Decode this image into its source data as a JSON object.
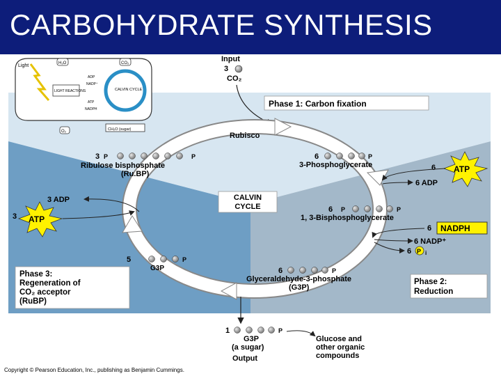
{
  "title": "CARBOHYDRATE SYNTHESIS",
  "colors": {
    "title_bg": "#0d1d7a",
    "title_text": "#ffffff",
    "phase1_region": "#d7e6f1",
    "phase2_region": "#a3b8c9",
    "phase3_region": "#6e9ec4",
    "atp_burst": "#fff200",
    "nadph_box": "#fff200",
    "cycle_arrow": "#ffffff",
    "molecule": "#9a9a9a"
  },
  "inset": {
    "light": "Light",
    "h2o": "H₂O",
    "co2": "CO₂",
    "o2": "O₂",
    "light_reactions": "LIGHT REACTIONS",
    "calvin_cycle": "CALVIN CYCLE",
    "adp": "ADP",
    "nadp": "NADP⁺",
    "atp": "ATP",
    "nadph": "NADPH",
    "sugar": "CH₂O (sugar)"
  },
  "input": {
    "label": "Input",
    "count": "3",
    "molecule": "CO₂"
  },
  "phases": {
    "phase1": "Phase 1: Carbon fixation",
    "phase2_line1": "Phase 2:",
    "phase2_line2": "Reduction",
    "phase3_line1": "Phase 3:",
    "phase3_line2": "Regeneration of",
    "phase3_line3": "CO₂ acceptor",
    "phase3_line4": "(RuBP)"
  },
  "center": {
    "line1": "CALVIN",
    "line2": "CYCLE"
  },
  "rubisco": "Rubisco",
  "molecules": {
    "rubp_count": "3",
    "rubp_name": "Ribulose bisphosphate",
    "rubp_abbr": "(Ru.BP)",
    "pga_count": "6",
    "pga_name": "3-Phosphoglycerate",
    "bpg_count": "6",
    "bpg_name": "1, 3-Bisphosphoglycerate",
    "g3p6_count": "6",
    "g3p6_name": "Glyceraldehyde-3-phosphate",
    "g3p6_abbr": "(G3P)",
    "g3p5_count": "5",
    "g3p5_name": "G3P",
    "p": "P"
  },
  "energy": {
    "atp6_count": "6",
    "atp": "ATP",
    "adp6": "6 ADP",
    "nadph6_count": "6",
    "nadph": "NADPH",
    "nadp6": "6 NADP⁺",
    "pi_count": "6",
    "pi": "P",
    "pi_sub": "i",
    "adp3": "3 ADP",
    "atp3_count": "3"
  },
  "output": {
    "count": "1",
    "molecule": "G3P",
    "sugar": "(a sugar)",
    "label": "Output",
    "glucose_line1": "Glucose and",
    "glucose_line2": "other organic",
    "glucose_line3": "compounds"
  },
  "copyright": "Copyright © Pearson Education, Inc., publishing as Benjamin Cummings."
}
